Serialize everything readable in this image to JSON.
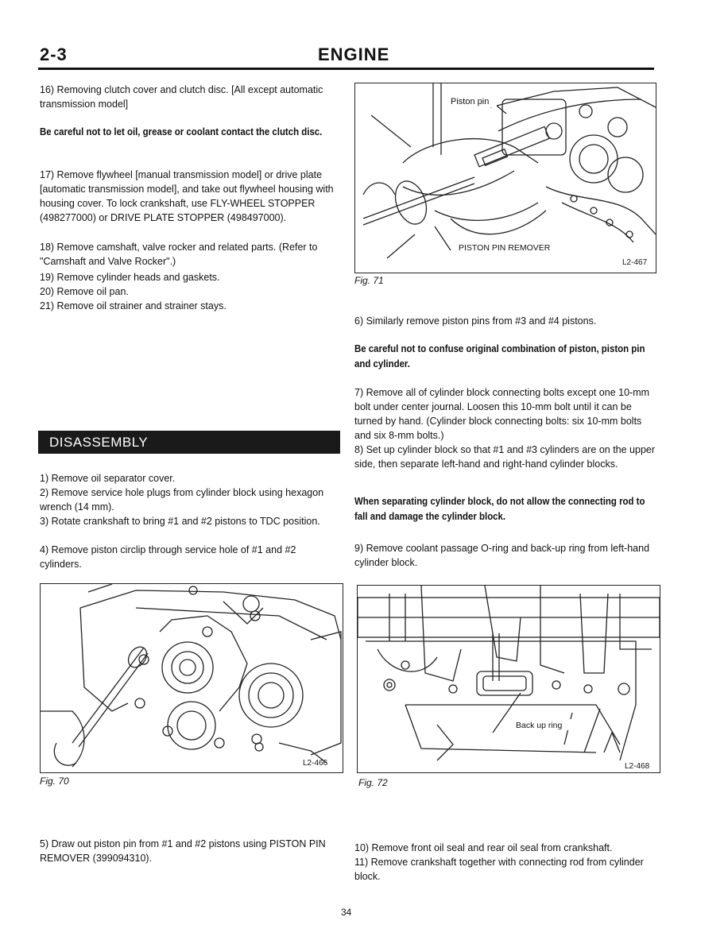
{
  "header": {
    "section_number": "2-3",
    "title": "ENGINE"
  },
  "left_top": {
    "step16": "16) Removing clutch cover and clutch disc. [All except automatic transmission model]",
    "warning1": "Be careful not to let oil, grease or coolant contact the clutch disc.",
    "step17": "17) Remove flywheel [manual transmission model] or drive plate [automatic transmission model], and take out flywheel housing with housing cover. To lock crankshaft, use FLY-WHEEL STOPPER (498277000) or DRIVE PLATE STOPPER (498497000).",
    "step18": "18) Remove camshaft, valve rocker and related parts. (Refer to \"Camshaft and Valve Rocker\".)",
    "step19": "19) Remove cylinder heads and gaskets.",
    "step20": "20) Remove oil pan.",
    "step21": "21) Remove oil strainer and strainer stays."
  },
  "section": {
    "title": "DISASSEMBLY"
  },
  "left_mid": {
    "step1": "1) Remove oil separator cover.",
    "step2": "2) Remove service hole plugs from cylinder block using hexagon wrench (14 mm).",
    "step3": "3) Rotate crankshaft to bring #1 and #2 pistons to TDC position.",
    "step4": "4) Remove piston circlip through service hole of #1 and #2 cylinders."
  },
  "fig71": {
    "label_piston_pin": "Piston pin",
    "label_remover": "PISTON PIN REMOVER",
    "code": "L2-467",
    "caption": "Fig. 71"
  },
  "fig70": {
    "code": "L2-466",
    "caption": "Fig. 70"
  },
  "fig72": {
    "label_backup": "Back up ring",
    "code": "L2-468",
    "caption": "Fig. 72"
  },
  "right_top": {
    "step6": "6) Similarly remove piston pins from #3 and #4 pistons.",
    "warning2": "Be careful not to confuse original combination of piston, piston pin and cylinder.",
    "step7": "7) Remove all of cylinder block connecting bolts except one 10-mm bolt under center journal. Loosen this 10-mm bolt until it can be turned by hand. (Cylinder block connecting bolts: six 10-mm bolts and six 8-mm bolts.)",
    "step8": "8) Set up cylinder block so that #1 and #3 cylinders are on the upper side, then separate left-hand and right-hand cylinder blocks.",
    "warning3": "When separating cylinder block, do not allow the connecting rod to fall and damage the cylinder block.",
    "step9": "9) Remove coolant passage O-ring and back-up ring from left-hand cylinder block."
  },
  "bottom": {
    "step5": "5) Draw out piston pin from #1 and #2 pistons using PISTON PIN REMOVER (399094310).",
    "step10": "10) Remove front oil seal and rear oil seal from crankshaft.",
    "step11": "11) Remove crankshaft together with connecting rod from cylinder block."
  },
  "footer": {
    "page_number": "34"
  }
}
